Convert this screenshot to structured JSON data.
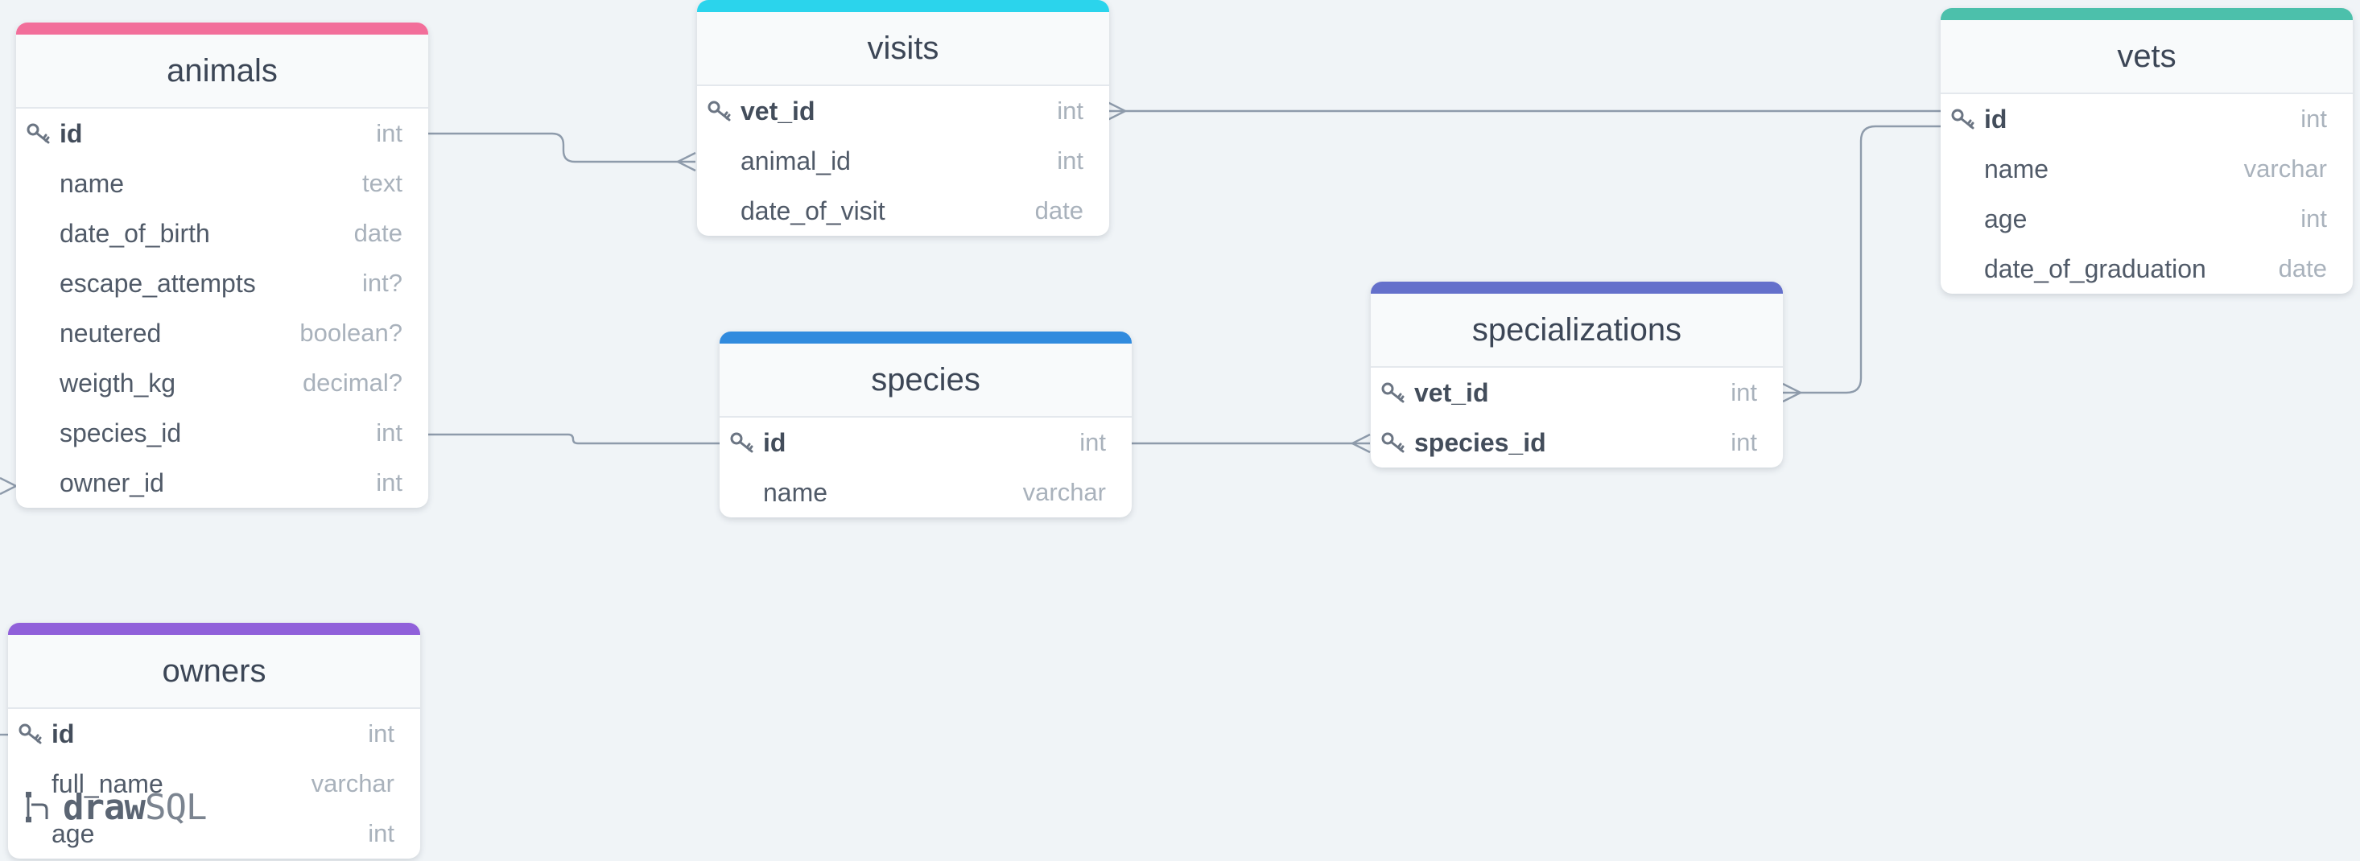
{
  "brand": {
    "name_a": "draw",
    "name_b": "SQL"
  },
  "colors": {
    "background": "#f0f4f7",
    "animals": "#f26e9a",
    "visits": "#2bd4ec",
    "vets": "#4cc0ab",
    "species": "#318bde",
    "specializations": "#6470cb",
    "owners": "#9060da",
    "connector": "#8e9bab"
  },
  "tables": {
    "animals": {
      "title": "animals",
      "fields": [
        {
          "name": "id",
          "type": "int",
          "pk": true
        },
        {
          "name": "name",
          "type": "text",
          "pk": false
        },
        {
          "name": "date_of_birth",
          "type": "date",
          "pk": false
        },
        {
          "name": "escape_attempts",
          "type": "int?",
          "pk": false
        },
        {
          "name": "neutered",
          "type": "boolean?",
          "pk": false
        },
        {
          "name": "weigth_kg",
          "type": "decimal?",
          "pk": false
        },
        {
          "name": "species_id",
          "type": "int",
          "pk": false
        },
        {
          "name": "owner_id",
          "type": "int",
          "pk": false
        }
      ]
    },
    "visits": {
      "title": "visits",
      "fields": [
        {
          "name": "vet_id",
          "type": "int",
          "pk": true
        },
        {
          "name": "animal_id",
          "type": "int",
          "pk": false
        },
        {
          "name": "date_of_visit",
          "type": "date",
          "pk": false
        }
      ]
    },
    "vets": {
      "title": "vets",
      "fields": [
        {
          "name": "id",
          "type": "int",
          "pk": true
        },
        {
          "name": "name",
          "type": "varchar",
          "pk": false
        },
        {
          "name": "age",
          "type": "int",
          "pk": false
        },
        {
          "name": "date_of_graduation",
          "type": "date",
          "pk": false
        }
      ]
    },
    "species": {
      "title": "species",
      "fields": [
        {
          "name": "id",
          "type": "int",
          "pk": true
        },
        {
          "name": "name",
          "type": "varchar",
          "pk": false
        }
      ]
    },
    "specializations": {
      "title": "specializations",
      "fields": [
        {
          "name": "vet_id",
          "type": "int",
          "pk": true
        },
        {
          "name": "species_id",
          "type": "int",
          "pk": true
        }
      ]
    },
    "owners": {
      "title": "owners",
      "fields": [
        {
          "name": "id",
          "type": "int",
          "pk": true
        },
        {
          "name": "full_name",
          "type": "varchar",
          "pk": false
        },
        {
          "name": "age",
          "type": "int",
          "pk": false
        }
      ]
    }
  }
}
